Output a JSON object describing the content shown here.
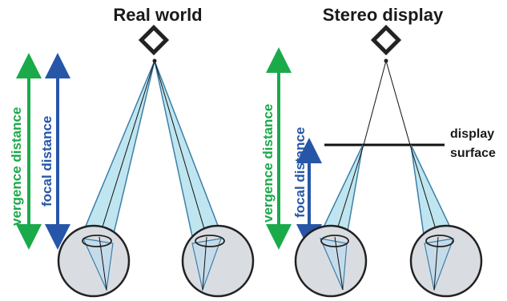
{
  "panels": {
    "real": {
      "title": "Real world",
      "vergence_label": "vergence distance",
      "focal_label": "focal distance"
    },
    "stereo": {
      "title": "Stereo display",
      "vergence_label": "vergence distance",
      "focal_label": "focal distance",
      "surface_label_line1": "display",
      "surface_label_line2": "surface"
    }
  },
  "colors": {
    "vergence_arrow": "#1aaa4a",
    "focal_arrow": "#2756a8",
    "cone_fill": "#bfe6f0",
    "cone_edge": "#3d7fa8",
    "eye_fill": "#d9dde1",
    "eye_stroke": "#222222",
    "line": "#111111"
  },
  "icons": {
    "target": "diamond-target-icon",
    "eye": "eyeball-icon"
  }
}
